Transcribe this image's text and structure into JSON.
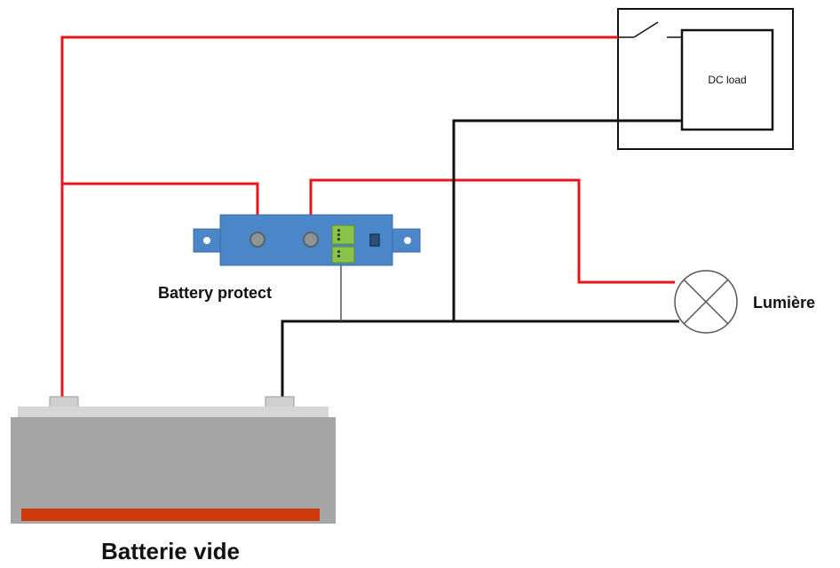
{
  "labels": {
    "dc_load": "DC load",
    "battery_protect": "Battery protect",
    "light": "Lumière",
    "battery": "Batterie vide"
  },
  "colors": {
    "positive_wire": "#e8161b",
    "negative_wire": "#111111",
    "device_body": "#4a86c8",
    "battery_body": "#a5a5a5",
    "battery_stripe": "#cf3a0c",
    "terminal_green": "#8bc34a"
  },
  "icons": {
    "switch": "switch-icon",
    "lamp": "lamp-icon",
    "battery": "battery-icon",
    "battery_protect": "battery-protect-icon"
  }
}
